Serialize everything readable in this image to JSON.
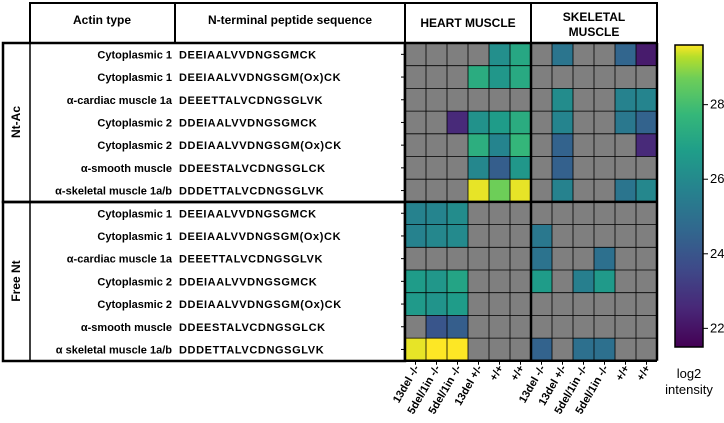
{
  "headers": {
    "actin_type": "Actin type",
    "sequence": "N-terminal peptide sequence",
    "heart": "HEART MUSCLE",
    "skeletal_1": "SKELETAL",
    "skeletal_2": "MUSCLE"
  },
  "groups": [
    "Nt-Ac",
    "Free Nt"
  ],
  "rows": [
    {
      "group": "Nt-Ac",
      "type": "Cytoplasmic 1",
      "seq": "DEEIAALVVDNGSGMCK"
    },
    {
      "group": "Nt-Ac",
      "type": "Cytoplasmic 1",
      "seq": "DEEIAALVVDNGSGM(Ox)CK"
    },
    {
      "group": "Nt-Ac",
      "type": "α-cardiac muscle 1a",
      "seq": "DEEETTALVCDNGSGLVK"
    },
    {
      "group": "Nt-Ac",
      "type": "Cytoplasmic 2",
      "seq": "DDEIAALVVDNGSGMCK"
    },
    {
      "group": "Nt-Ac",
      "type": "Cytoplasmic 2",
      "seq": "DDEIAALVVDNGSGM(Ox)CK"
    },
    {
      "group": "Nt-Ac",
      "type": "α-smooth muscle",
      "seq": "DDEESTALVCDNGSGLCK"
    },
    {
      "group": "Nt-Ac",
      "type": "α-skeletal muscle 1a/b",
      "seq": "DDDETTALVCDNGSGLVK"
    },
    {
      "group": "Free Nt",
      "type": "Cytoplasmic 1",
      "seq": "DEEIAALVVDNGSGMCK"
    },
    {
      "group": "Free Nt",
      "type": "Cytoplasmic 1",
      "seq": "DEEIAALVVDNGSGM(Ox)CK"
    },
    {
      "group": "Free Nt",
      "type": "α-cardiac muscle 1a",
      "seq": "DEEETTALVCDNGSGLVK"
    },
    {
      "group": "Free Nt",
      "type": "Cytoplasmic 2",
      "seq": "DDEIAALVVDNGSGMCK"
    },
    {
      "group": "Free Nt",
      "type": "Cytoplasmic 2",
      "seq": "DDEIAALVVDNGSGM(Ox)CK"
    },
    {
      "group": "Free Nt",
      "type": "α-smooth muscle",
      "seq": "DDEESTALVCDNGSGLCK"
    },
    {
      "group": "Free Nt",
      "type": "α skeletal muscle 1a/b",
      "seq": "DDDETTALVCDNGSGLVK"
    }
  ],
  "colors": {
    "missing": "#7f7f7f",
    "grid": "#000000",
    "scale": [
      "#440154",
      "#3b528b",
      "#21918c",
      "#5ec962",
      "#fde725"
    ]
  },
  "chart_data": {
    "type": "heatmap",
    "column_groups": [
      "HEART MUSCLE",
      "SKELETAL MUSCLE"
    ],
    "columns": [
      "13del -/-",
      "5del/1in -/-",
      "5del/1in -/-",
      "13del +/-",
      "+/+",
      "+/+",
      "13del -/-",
      "13del +/-",
      "5del/1in -/-",
      "5del/1in -/-",
      "+/+",
      "+/+"
    ],
    "value_range": [
      21.5,
      29.6
    ],
    "colorbar": {
      "label_1": "log2",
      "label_2": "intensity",
      "ticks": [
        22,
        24,
        26,
        28
      ]
    },
    "values": [
      [
        null,
        null,
        null,
        null,
        26.2,
        27.1,
        null,
        25.2,
        null,
        null,
        24.6,
        22.2
      ],
      [
        null,
        null,
        null,
        27.3,
        26.5,
        27.2,
        null,
        null,
        null,
        null,
        null,
        null
      ],
      [
        null,
        null,
        null,
        null,
        null,
        null,
        null,
        26.1,
        null,
        null,
        25.7,
        25.8
      ],
      [
        null,
        null,
        22.6,
        26.3,
        26.7,
        27.3,
        null,
        25.8,
        null,
        null,
        25.3,
        24.5
      ],
      [
        null,
        null,
        null,
        27.4,
        25.8,
        27.7,
        null,
        24.5,
        null,
        null,
        null,
        22.6
      ],
      [
        null,
        null,
        null,
        25.9,
        24.3,
        26.5,
        null,
        24.4,
        null,
        null,
        null,
        null
      ],
      [
        null,
        null,
        null,
        29.5,
        28.7,
        29.5,
        null,
        25.7,
        null,
        null,
        25.2,
        25.9
      ],
      [
        25.7,
        25.8,
        26.1,
        null,
        null,
        null,
        null,
        null,
        null,
        null,
        null,
        null
      ],
      [
        25.7,
        25.9,
        26.0,
        null,
        null,
        null,
        25.3,
        null,
        null,
        null,
        null,
        null
      ],
      [
        null,
        null,
        null,
        null,
        null,
        null,
        25.1,
        null,
        null,
        25.0,
        null,
        null
      ],
      [
        26.7,
        26.5,
        27.0,
        null,
        null,
        null,
        26.7,
        null,
        25.6,
        26.6,
        null,
        null
      ],
      [
        26.6,
        26.4,
        26.7,
        null,
        null,
        null,
        null,
        null,
        null,
        null,
        null,
        null
      ],
      [
        null,
        24.0,
        24.3,
        null,
        null,
        null,
        null,
        null,
        null,
        null,
        null,
        null
      ],
      [
        29.5,
        29.6,
        29.6,
        null,
        null,
        null,
        24.5,
        null,
        25.0,
        25.0,
        null,
        null
      ]
    ]
  }
}
